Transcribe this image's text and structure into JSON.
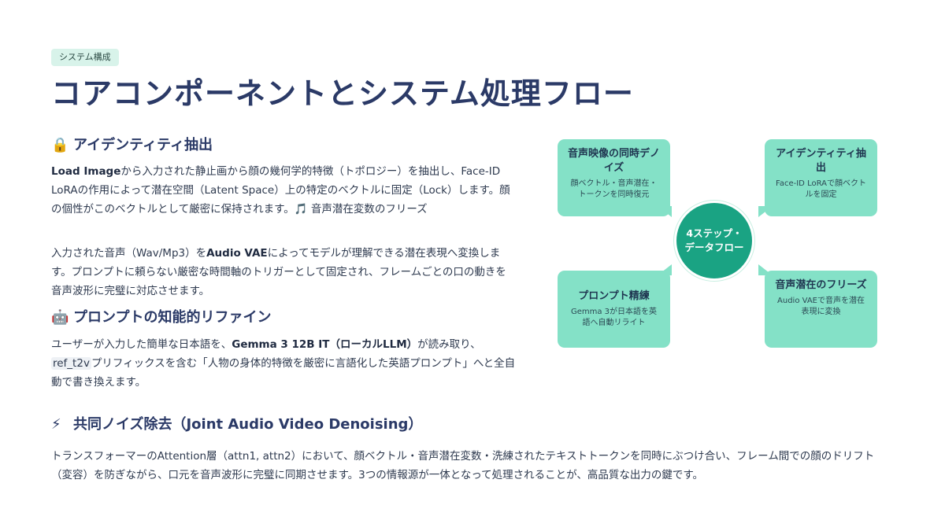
{
  "header": {
    "tag": "システム構成",
    "title": "コアコンポーネントとシステム処理フロー"
  },
  "sections": {
    "identity": {
      "icon": "lock-icon",
      "emoji": "🔒",
      "heading": "アイデンティティ抽出",
      "p1_b1": "Load Image",
      "p1_t1": "から入力された静止画から顔の幾何学的特徴（トポロジー）を抽出し、Face-ID LoRAの作用によって潜在空間（Latent Space）上の特定のベクトルに固定（Lock）します。顔の個性がこのベクトルとして厳密に保持されます。🎵 音声潜在変数のフリーズ",
      "p2_t1": "入力された音声（Wav/Mp3）を",
      "p2_b1": "Audio VAE",
      "p2_t2": "によってモデルが理解できる潜在表現へ変換します。プロンプトに頼らない厳密な時間軸のトリガーとして固定され、フレームごとの口の動きを音声波形に完璧に対応させます。"
    },
    "prompt": {
      "icon": "robot-icon",
      "emoji": "🤖",
      "heading": "プロンプトの知能的リファイン",
      "t1": "ユーザーが入力した簡単な日本語を、",
      "b1": "Gemma 3 12B IT（ローカルLLM）",
      "t2": "が読み取り、",
      "code1": "ref_t2v",
      "t3": "プリフィックスを含む「人物の身体的特徴を厳密に言語化した英語プロンプト」へと全自動で書き換えます。"
    },
    "denoise": {
      "icon": "lightning-icon",
      "emoji": "⚡",
      "heading": "共同ノイズ除去（Joint Audio Video Denoising）",
      "text": "トランスフォーマーのAttention層（attn1, attn2）において、顔ベクトル・音声潜在変数・洗練されたテキストトークンを同時にぶつけ合い、フレーム間での顔のドリフト（変容）を防ぎながら、口元を音声波形に完璧に同期させます。3つの情報源が一体となって処理されることが、高品質な出力の鍵です。"
    }
  },
  "diagram": {
    "hub": "4ステップ・データフロー",
    "nodes": [
      {
        "title": "音声映像の同時デノイズ",
        "desc": "顔ベクトル・音声潜在・トークンを同時復元"
      },
      {
        "title": "アイデンティティ抽出",
        "desc": "Face-ID LoRAで顔ベクトルを固定"
      },
      {
        "title": "プロンプト精練",
        "desc": "Gemma 3が日本語を英語へ自動リライト"
      },
      {
        "title": "音声潜在のフリーズ",
        "desc": "Audio VAEで音声を潜在表現に変換"
      }
    ],
    "colors": {
      "node": "#84e1c7",
      "hub": "#1aa383"
    }
  }
}
